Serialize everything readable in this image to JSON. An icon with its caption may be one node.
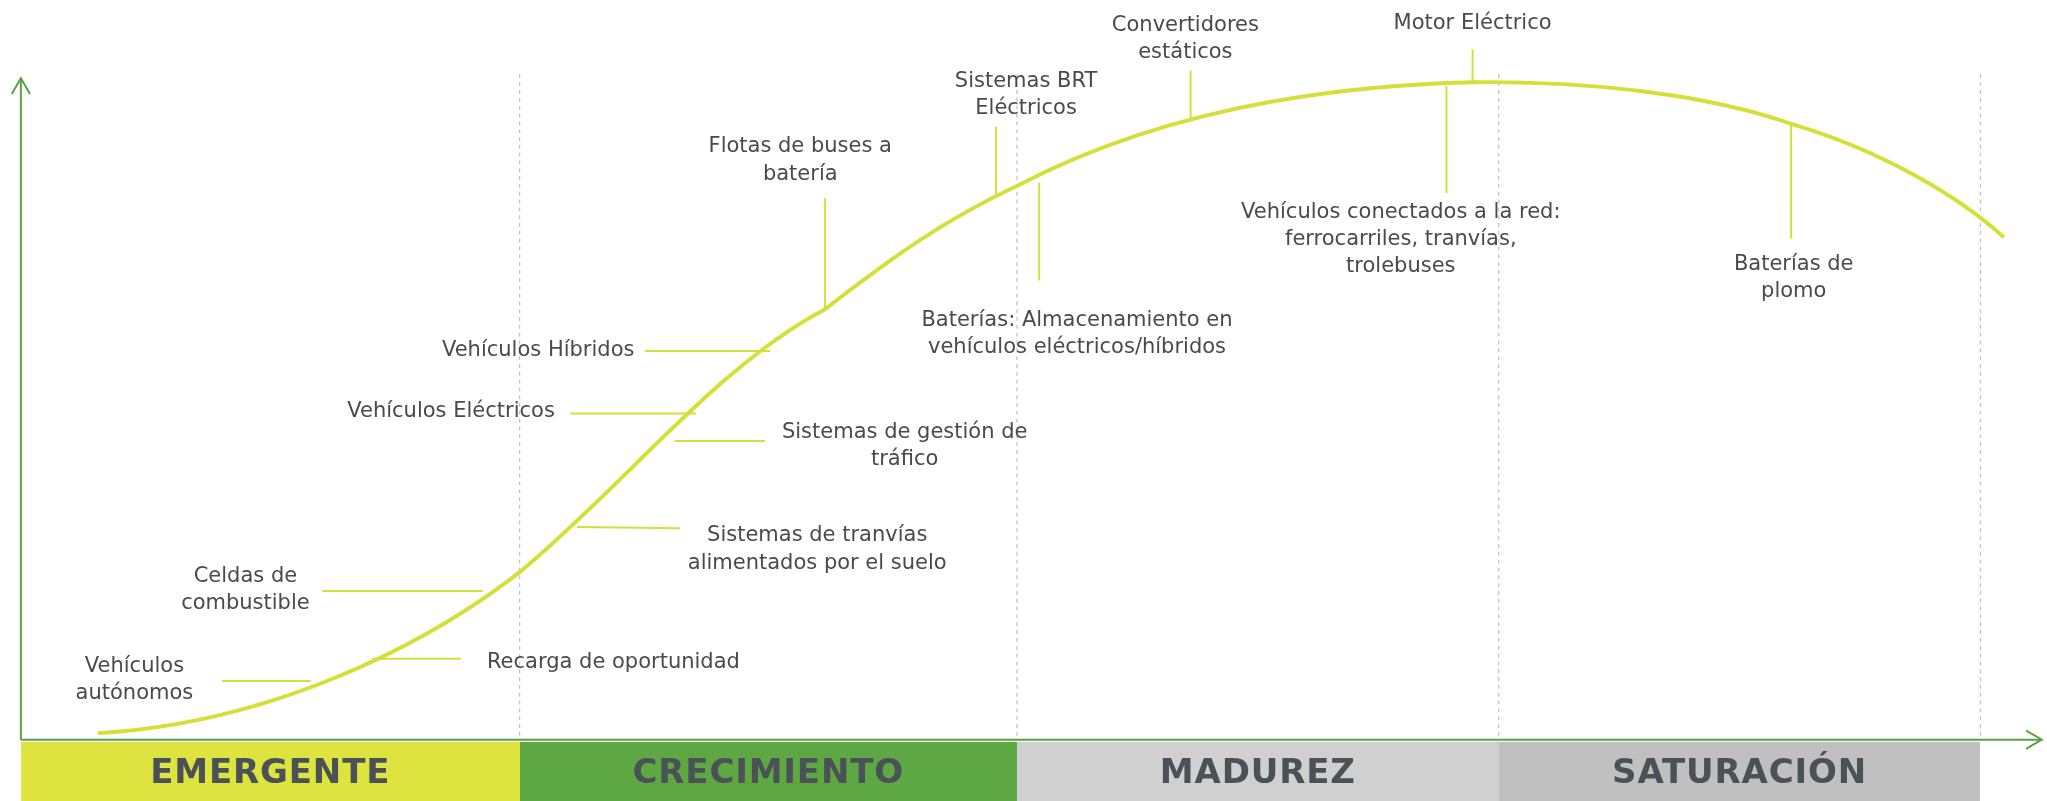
{
  "diagram": {
    "nodes": [
      {
        "text": [
          "Vehículos autónomos"
        ]
      },
      {
        "text": [
          "Celdas de combustible"
        ]
      },
      {
        "text": [
          "Recarga de oportunidad"
        ]
      },
      {
        "text": [
          "Sistemas de tranvías alimentados por el suelo"
        ]
      },
      {
        "text": [
          "Vehículos Eléctricos"
        ]
      },
      {
        "text": [
          "Sistemas de gestión de tráfico"
        ]
      },
      {
        "text": [
          "Vehículos Híbridos"
        ]
      },
      {
        "text": [
          "Flotas de buses a batería"
        ]
      },
      {
        "text": [
          "Sistemas BRT Eléctricos"
        ]
      },
      {
        "text": [
          "Baterías: Almacenamiento en vehículos eléctricos/híbridos"
        ]
      },
      {
        "text": [
          "Convertidores estáticos"
        ]
      },
      {
        "text": [
          "Motor Eléctrico"
        ]
      },
      {
        "text": [
          "Vehículos conectados a la red: ferrocarriles, tranvías, trolebuses"
        ]
      },
      {
        "text": [
          "Baterías de plomo"
        ]
      },
      {
        "text": [
          "EMERGENTE"
        ]
      },
      {
        "text": [
          "CRECIMIENTO"
        ]
      },
      {
        "text": [
          "MADUREZ"
        ]
      },
      {
        "text": [
          "SATURACIÓN"
        ]
      }
    ],
    "edges": [
      {
        "from": 0,
        "to": null,
        "arrow": "none"
      },
      {
        "from": 1,
        "to": null,
        "arrow": "none"
      },
      {
        "from": 2,
        "to": null,
        "arrow": "none"
      },
      {
        "from": 3,
        "to": null,
        "arrow": "none"
      },
      {
        "from": 4,
        "to": null,
        "arrow": "none"
      },
      {
        "from": 5,
        "to": null,
        "arrow": "none"
      },
      {
        "from": 6,
        "to": null,
        "arrow": "none"
      },
      {
        "from": 7,
        "to": null,
        "arrow": "none"
      },
      {
        "from": 8,
        "to": null,
        "arrow": "none"
      },
      {
        "from": 9,
        "to": null,
        "arrow": "none"
      },
      {
        "from": 10,
        "to": null,
        "arrow": "none"
      },
      {
        "from": 11,
        "to": null,
        "arrow": "none"
      },
      {
        "from": 12,
        "to": null,
        "arrow": "none"
      },
      {
        "from": 13,
        "to": null,
        "arrow": "none"
      }
    ]
  }
}
